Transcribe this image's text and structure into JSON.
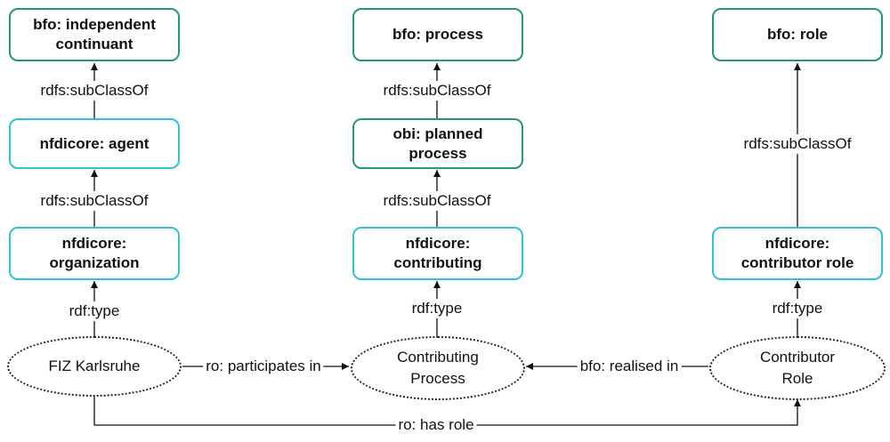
{
  "classes": {
    "independent_continuant": "bfo: independent\ncontinuant",
    "process": "bfo: process",
    "role": "bfo: role",
    "agent": "nfdicore: agent",
    "planned_process": "obi: planned\nprocess",
    "organization": "nfdicore:\norganization",
    "contributing": "nfdicore:\ncontributing",
    "contributor_role": "nfdicore:\ncontributor role"
  },
  "instances": {
    "fiz": "FIZ Karlsruhe",
    "contributing_process": "Contributing\nProcess",
    "contributor_role": "Contributor\nRole"
  },
  "edges": {
    "subclass_agent": "rdfs:subClassOf",
    "subclass_planned": "rdfs:subClassOf",
    "subclass_role": "rdfs:subClassOf",
    "subclass_org": "rdfs:subClassOf",
    "subclass_contrib": "rdfs:subClassOf",
    "type_fiz": "rdf:type",
    "type_process": "rdf:type",
    "type_role": "rdf:type",
    "participates_in": "ro: participates in",
    "realised_in": "bfo: realised in",
    "has_role": "ro: has role"
  },
  "colors": {
    "upper_class_border": "#23967d",
    "nfdi_class_border": "#30c3cf"
  }
}
